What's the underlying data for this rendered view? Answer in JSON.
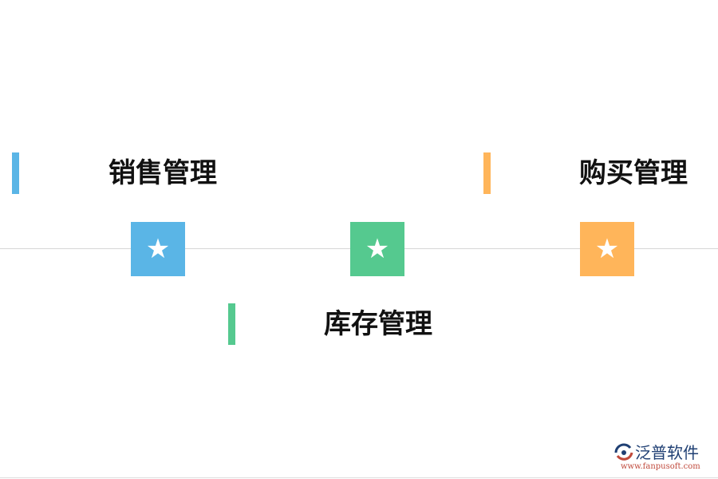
{
  "colors": {
    "blue": "#5ab5e6",
    "green": "#55c98f",
    "orange": "#ffb55a"
  },
  "nodes": [
    {
      "label": "销售管理",
      "color": "#5ab5e6",
      "icon": "star-icon"
    },
    {
      "label": "库存管理",
      "color": "#55c98f",
      "icon": "star-icon"
    },
    {
      "label": "购买管理",
      "color": "#ffb55a",
      "icon": "star-icon"
    }
  ],
  "logo": {
    "name": "泛普软件",
    "url": "www.fanpusoft.com"
  }
}
